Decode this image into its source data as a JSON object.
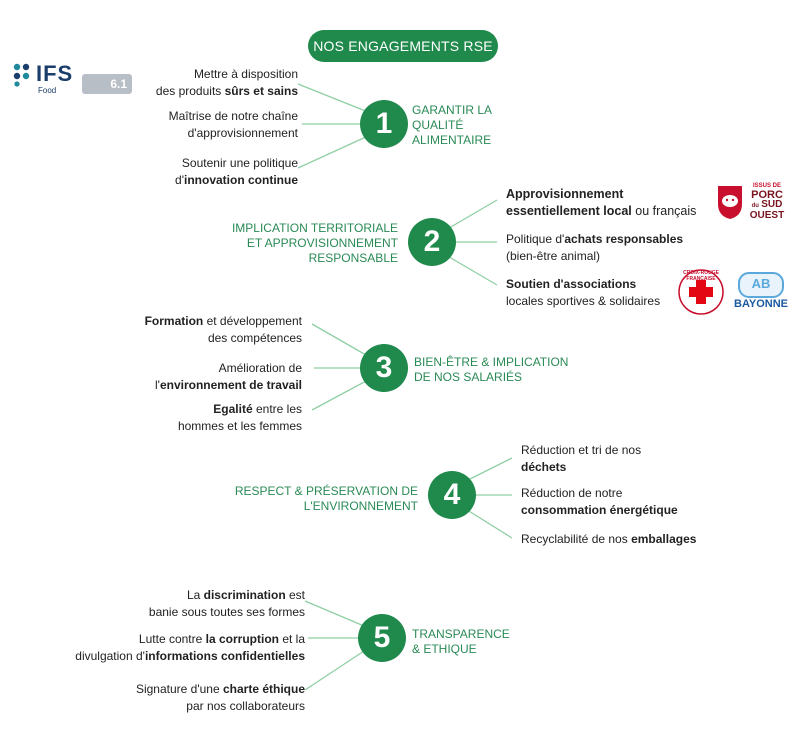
{
  "header": {
    "title": "NOS ENGAGEMENTS RSE"
  },
  "logos": {
    "ifs": {
      "name": "IFS",
      "sub": "Food",
      "version": "6.1"
    },
    "porc": {
      "lines": [
        "ISSUS DE",
        "PORC",
        "du",
        "SUD",
        "OUEST"
      ]
    },
    "croix_rouge": {
      "text": "CROIX-ROUGE FRANÇAISE"
    },
    "bayonne": {
      "text": "BAYONNE",
      "badge": "AB"
    }
  },
  "commitments": [
    {
      "number": "1",
      "theme_lines": [
        "GARANTIR LA",
        "QUALITÉ",
        "ALIMENTAIRE"
      ],
      "items": [
        {
          "plain": "Mettre à disposition",
          "pre": "des produits ",
          "bold": "sûrs et sains",
          "post": ""
        },
        {
          "plain": "Maîtrise de notre chaîne",
          "pre": "d'approvisionnement",
          "bold": "",
          "post": ""
        },
        {
          "plain": "Soutenir une politique",
          "pre": "d'",
          "bold": "innovation continue",
          "post": ""
        }
      ]
    },
    {
      "number": "2",
      "theme_lines": [
        "IMPLICATION TERRITORIALE",
        "ET APPROVISIONNEMENT",
        "RESPONSABLE"
      ],
      "items": [
        {
          "bold1": "Approvisionnement",
          "bold2": "essentiellement local",
          "post": " ou français"
        },
        {
          "pre": "Politique d'",
          "bold": "achats responsables",
          "line2": "(bien-être animal)"
        },
        {
          "bold": "Soutien d'associations",
          "line2": "locales sportives & solidaires"
        }
      ]
    },
    {
      "number": "3",
      "theme_lines": [
        "BIEN-ÊTRE & IMPLICATION",
        "DE NOS SALARIÉS"
      ],
      "items": [
        {
          "bold": "Formation",
          "post": " et développement",
          "line2": "des compétences"
        },
        {
          "plain": "Amélioration de",
          "pre": "l'",
          "bold": "environnement de travail"
        },
        {
          "bold": "Egalité",
          "post": " entre les",
          "line2": "hommes et les femmes"
        }
      ]
    },
    {
      "number": "4",
      "theme_lines": [
        "RESPECT & PRÉSERVATION DE",
        "L'ENVIRONNEMENT"
      ],
      "items": [
        {
          "plain": "Réduction et tri de nos",
          "bold": "déchets"
        },
        {
          "plain": "Réduction de notre",
          "bold": "consommation énergétique"
        },
        {
          "pre": "Recyclabilité de nos ",
          "bold": "emballages"
        }
      ]
    },
    {
      "number": "5",
      "theme_lines": [
        "TRANSPARENCE",
        "& ETHIQUE"
      ],
      "items": [
        {
          "pre": "La ",
          "bold": "discrimination",
          "post": " est",
          "line2": "banie sous toutes ses formes"
        },
        {
          "pre": "Lutte contre ",
          "bold": "la corruption",
          "post": " et la",
          "pre2": "divulgation d'",
          "bold2": "informations confidentielles"
        },
        {
          "pre": "Signature d'une ",
          "bold": "charte éthique",
          "line2": "par nos collaborateurs"
        }
      ]
    }
  ],
  "colors": {
    "green": "#1f8a4c",
    "theme_text": "#2a8a55",
    "line": "#8fcfa3"
  }
}
